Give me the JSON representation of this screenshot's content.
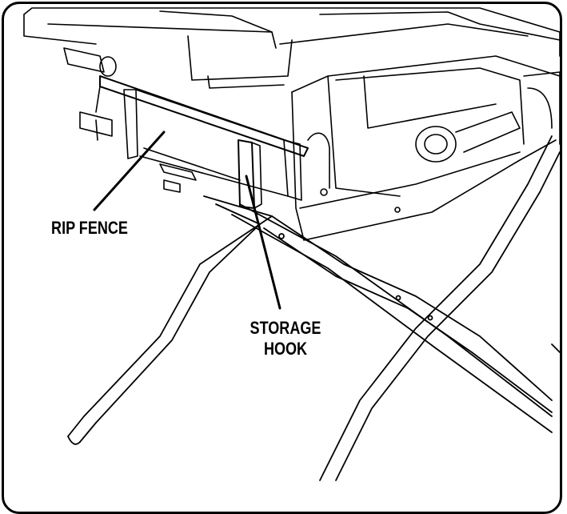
{
  "callouts": {
    "rip_fence": "RIP FENCE",
    "storage_hook_line1": "STORAGE",
    "storage_hook_line2": "HOOK"
  },
  "colors": {
    "line": "#000000",
    "background": "#ffffff"
  }
}
